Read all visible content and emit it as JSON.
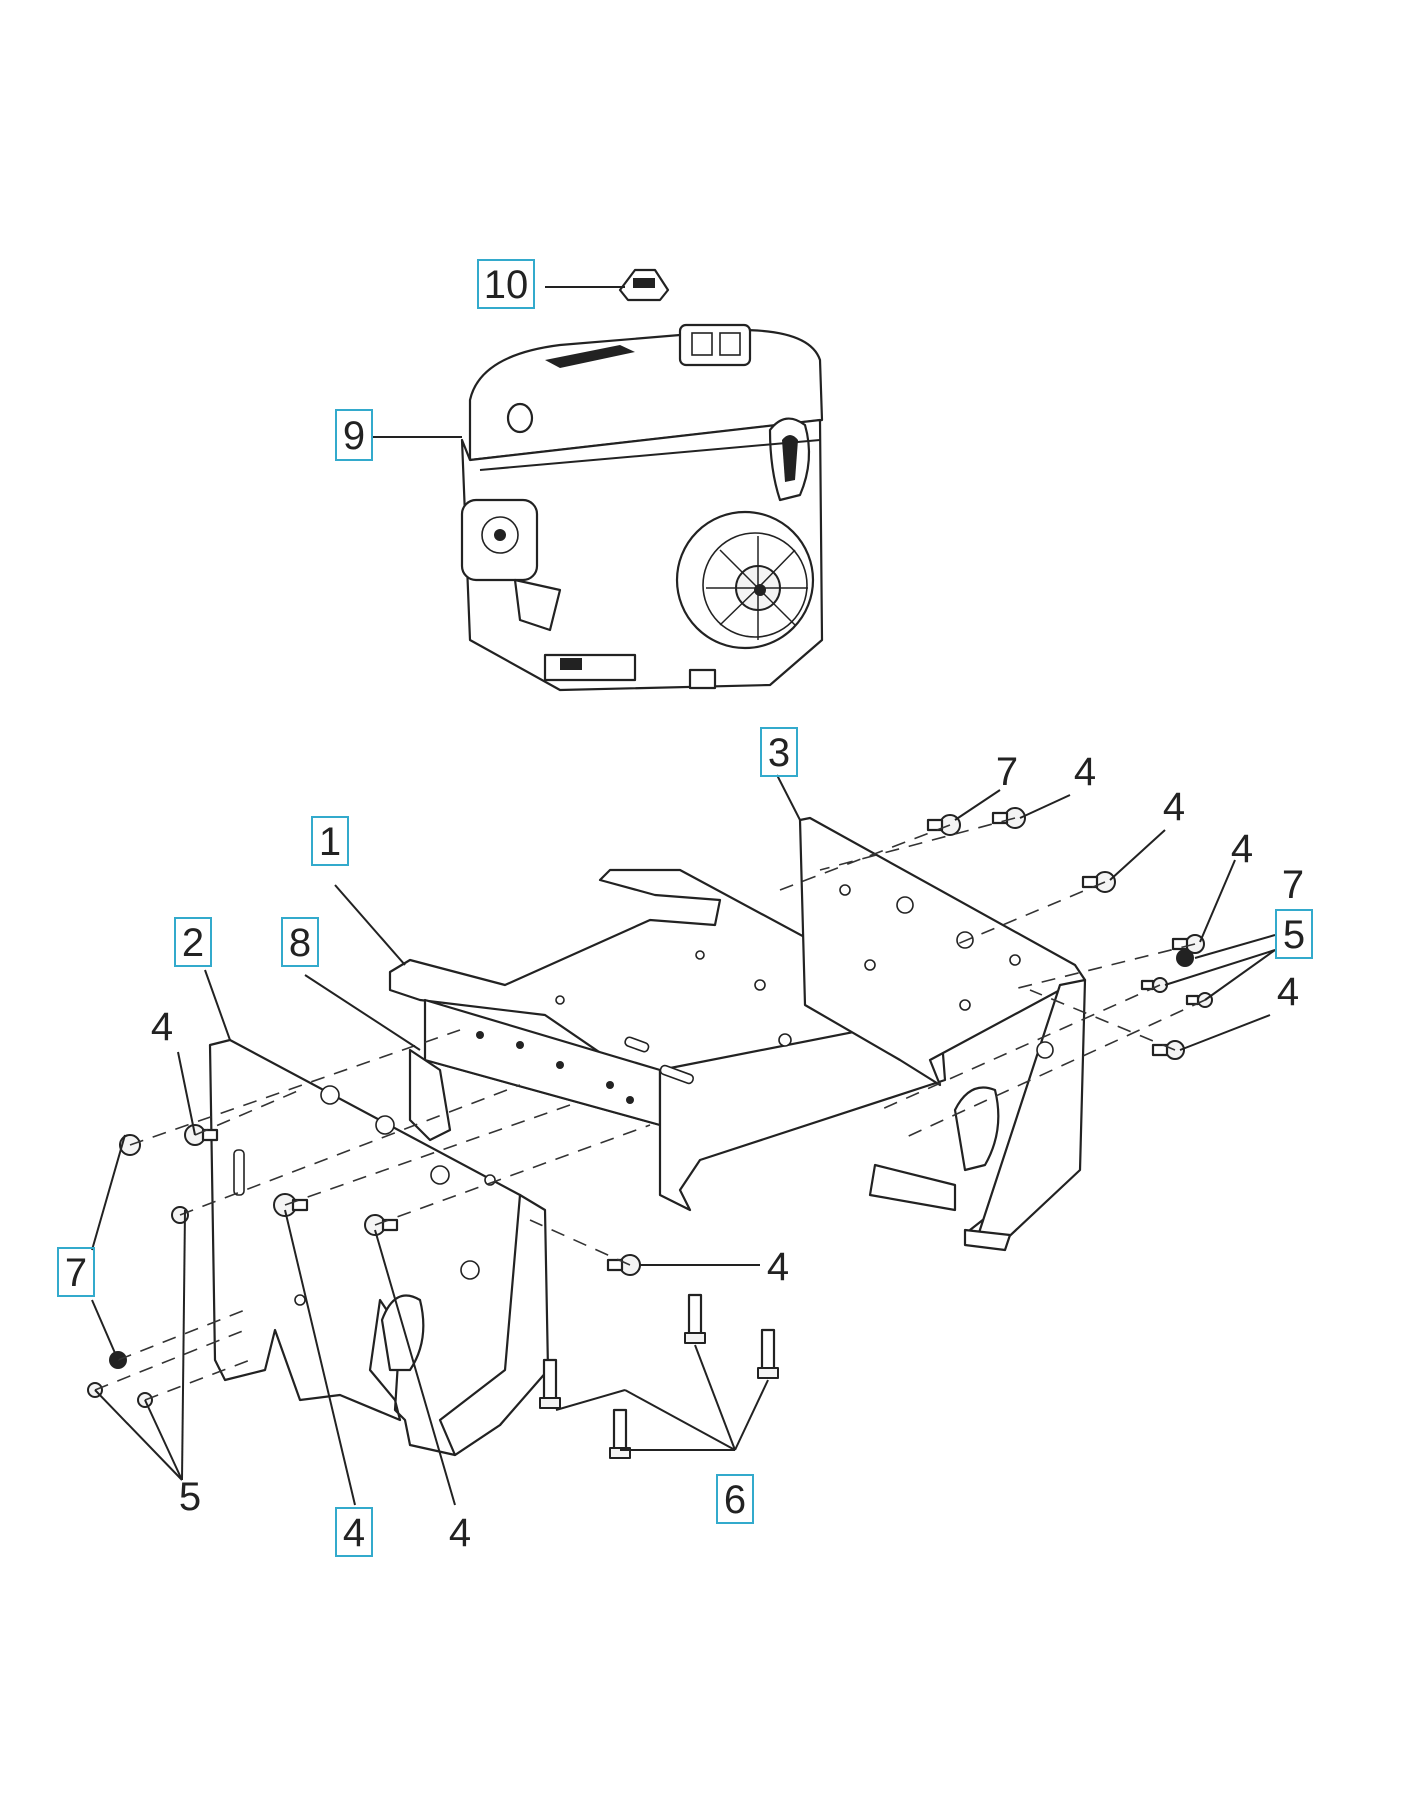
{
  "callouts": [
    {
      "id": "c10",
      "text": "10",
      "boxed": true
    },
    {
      "id": "c9",
      "text": "9",
      "boxed": true
    },
    {
      "id": "c3",
      "text": "3",
      "boxed": true
    },
    {
      "id": "c1",
      "text": "1",
      "boxed": true
    },
    {
      "id": "c2",
      "text": "2",
      "boxed": true
    },
    {
      "id": "c8",
      "text": "8",
      "boxed": true
    },
    {
      "id": "c7a",
      "text": "7",
      "boxed": false
    },
    {
      "id": "c4a",
      "text": "4",
      "boxed": false
    },
    {
      "id": "c4b",
      "text": "4",
      "boxed": false
    },
    {
      "id": "c4c",
      "text": "4",
      "boxed": false
    },
    {
      "id": "c7b",
      "text": "7",
      "boxed": false
    },
    {
      "id": "c5a",
      "text": "5",
      "boxed": true
    },
    {
      "id": "c4d",
      "text": "4",
      "boxed": false
    },
    {
      "id": "c4e",
      "text": "4",
      "boxed": false
    },
    {
      "id": "c4f",
      "text": "4",
      "boxed": false
    },
    {
      "id": "c7c",
      "text": "7",
      "boxed": true
    },
    {
      "id": "c5b",
      "text": "5",
      "boxed": false
    },
    {
      "id": "c4g",
      "text": "4",
      "boxed": true
    },
    {
      "id": "c4h",
      "text": "4",
      "boxed": false
    },
    {
      "id": "c6",
      "text": "6",
      "boxed": true
    }
  ]
}
